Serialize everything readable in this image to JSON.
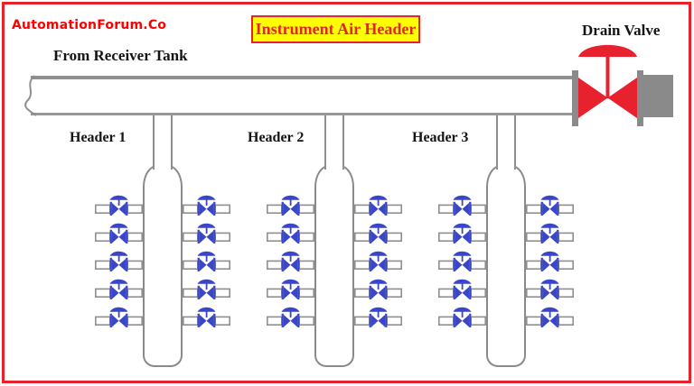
{
  "page": {
    "background": "#FFFFFF",
    "border_color": "#E8222A"
  },
  "brand": {
    "logo_text": "AutomationForum.Co",
    "logo_color": "#FE0000"
  },
  "title": {
    "text": "Instrument Air Header",
    "text_color": "#E8212E",
    "background": "#FFFF00"
  },
  "labels": {
    "source": "From Receiver Tank",
    "drain_valve": "Drain Valve"
  },
  "headers": [
    {
      "label": "Header 1",
      "branch_valves_left": 5,
      "branch_valves_right": 5
    },
    {
      "label": "Header 2",
      "branch_valves_left": 5,
      "branch_valves_right": 5
    },
    {
      "label": "Header 3",
      "branch_valves_left": 5,
      "branch_valves_right": 5
    }
  ],
  "colors": {
    "branch_valve_blue": "#3A46C8",
    "drain_valve_red": "#E8212E",
    "pipe_gray": "#8F8F8F",
    "flange_gray": "#8A8A8A"
  }
}
